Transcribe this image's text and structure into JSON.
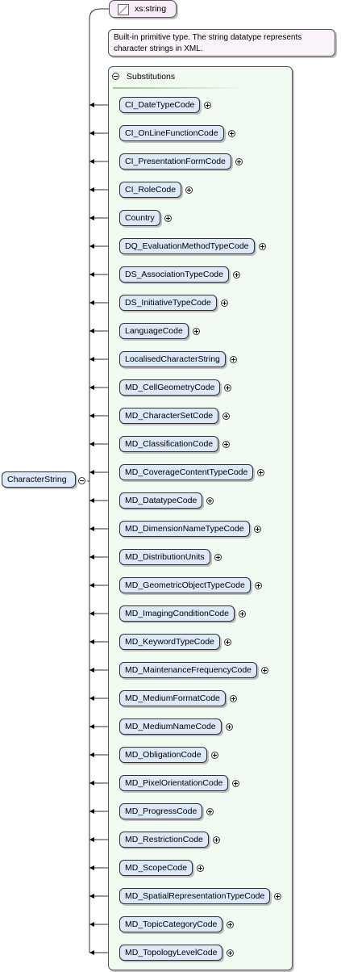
{
  "root": {
    "label": "CharacterString"
  },
  "base_type": {
    "label": "xs:string"
  },
  "documentation": "Built-in primitive type. The string datatype represents character strings in XML.",
  "substitutions": {
    "title": "Substitutions",
    "items": [
      "CI_DateTypeCode",
      "CI_OnLineFunctionCode",
      "CI_PresentationFormCode",
      "CI_RoleCode",
      "Country",
      "DQ_EvaluationMethodTypeCode",
      "DS_AssociationTypeCode",
      "DS_InitiativeTypeCode",
      "LanguageCode",
      "LocalisedCharacterString",
      "MD_CellGeometryCode",
      "MD_CharacterSetCode",
      "MD_ClassificationCode",
      "MD_CoverageContentTypeCode",
      "MD_DatatypeCode",
      "MD_DimensionNameTypeCode",
      "MD_DistributionUnits",
      "MD_GeometricObjectTypeCode",
      "MD_ImagingConditionCode",
      "MD_KeywordTypeCode",
      "MD_MaintenanceFrequencyCode",
      "MD_MediumFormatCode",
      "MD_MediumNameCode",
      "MD_ObligationCode",
      "MD_PixelOrientationCode",
      "MD_ProgressCode",
      "MD_RestrictionCode",
      "MD_ScopeCode",
      "MD_SpatialRepresentationTypeCode",
      "MD_TopicCategoryCode",
      "MD_TopologyLevelCode"
    ]
  }
}
